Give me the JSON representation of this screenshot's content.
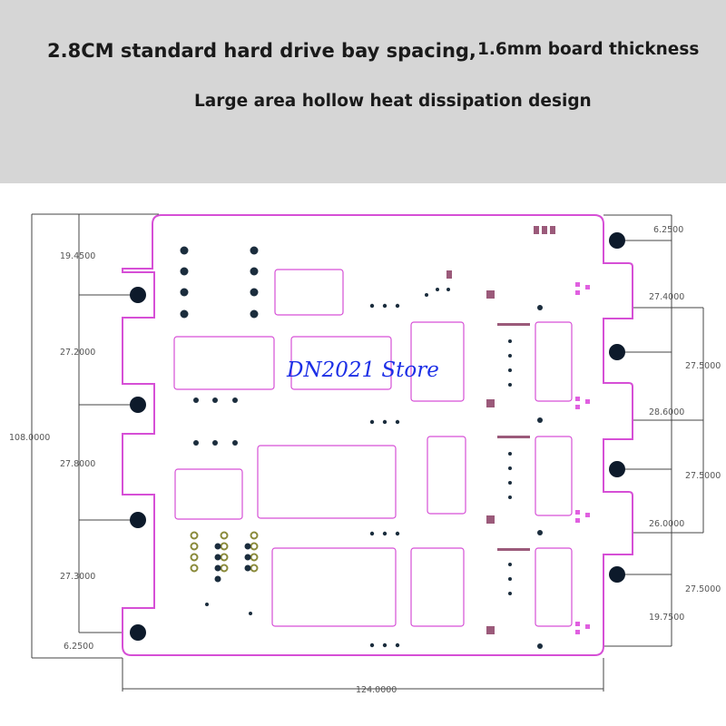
{
  "header": {
    "line1": "2.8CM standard hard drive bay spacing,",
    "line2": "1.6mm board thickness",
    "line3": "Large area hollow heat dissipation design"
  },
  "watermark": "DN2021 Store",
  "dimensions": {
    "left_top": "19.4500",
    "left_2": "27.2000",
    "left_total": "108.0000",
    "left_3": "27.8000",
    "left_4": "27.3000",
    "left_bottom": "6.2500",
    "right_top": "6.2500",
    "right_1": "27.4000",
    "right_span_1": "27.5000",
    "right_2": "28.6000",
    "right_span_2": "27.5000",
    "right_3": "26.0000",
    "right_span_3": "27.5000",
    "right_bottom": "19.7500",
    "bottom_width": "124.0000"
  },
  "colors": {
    "header_bg": "#d6d6d6",
    "board_outline": "#d64fd6",
    "component_outline": "#d64fd6",
    "mount_hole": "#0d1a2b",
    "dim_line": "#444444",
    "watermark": "#1c2fe6"
  }
}
